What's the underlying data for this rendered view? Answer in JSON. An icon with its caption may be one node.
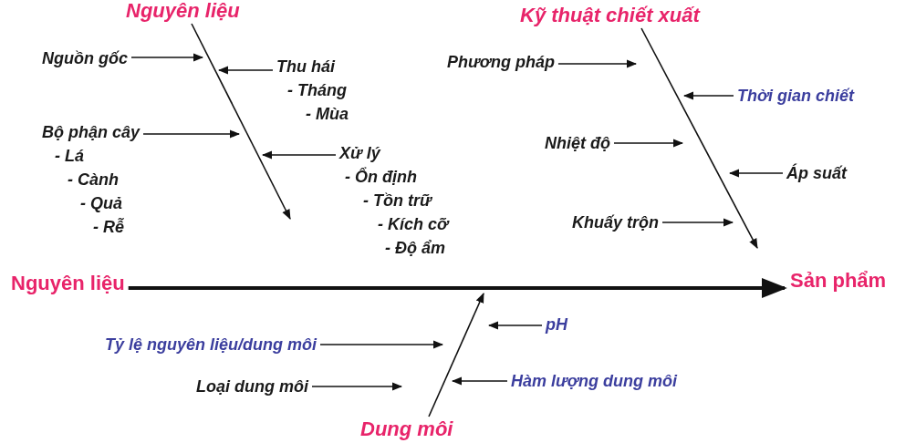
{
  "diagram": {
    "nodes": [
      {
        "text": [
          "Nguyên liệu"
        ]
      },
      {
        "text": [
          "Nguồn gốc"
        ]
      },
      {
        "text": [
          "Thu hái",
          "- Tháng",
          "- Mùa"
        ]
      },
      {
        "text": [
          "Bộ phận cây",
          "- Lá",
          "- Cành",
          "- Quả",
          "- Rễ"
        ]
      },
      {
        "text": [
          "Xử lý",
          "- Ổn định",
          "- Tồn trữ",
          "- Kích cỡ",
          "- Độ ẩm"
        ]
      },
      {
        "text": [
          "Kỹ thuật chiết xuất"
        ]
      },
      {
        "text": [
          "Phương pháp"
        ]
      },
      {
        "text": [
          "Thời gian chiết"
        ]
      },
      {
        "text": [
          "Nhiệt độ"
        ]
      },
      {
        "text": [
          "Áp suất"
        ]
      },
      {
        "text": [
          "Khuấy trộn"
        ]
      },
      {
        "text": [
          "Nguyên liệu"
        ]
      },
      {
        "text": [
          "Sản phẩm"
        ]
      },
      {
        "text": [
          "Tỷ lệ nguyên liệu/dung môi"
        ]
      },
      {
        "text": [
          "pH"
        ]
      },
      {
        "text": [
          "Loại dung môi"
        ]
      },
      {
        "text": [
          "Hàm lượng dung môi"
        ]
      },
      {
        "text": [
          "Dung môi"
        ]
      }
    ],
    "edges": [
      {
        "from": 0,
        "to": null,
        "arrow": "to"
      },
      {
        "from": 1,
        "to": null,
        "arrow": "to"
      },
      {
        "from": 2,
        "to": null,
        "arrow": "to"
      },
      {
        "from": 3,
        "to": null,
        "arrow": "to"
      },
      {
        "from": 4,
        "to": null,
        "arrow": "to"
      },
      {
        "from": 5,
        "to": null,
        "arrow": "to"
      },
      {
        "from": 6,
        "to": null,
        "arrow": "to"
      },
      {
        "from": 7,
        "to": null,
        "arrow": "to"
      },
      {
        "from": 8,
        "to": null,
        "arrow": "to"
      },
      {
        "from": 9,
        "to": null,
        "arrow": "to"
      },
      {
        "from": 10,
        "to": null,
        "arrow": "to"
      },
      {
        "from": 11,
        "to": 12,
        "arrow": "to",
        "style": "thick"
      },
      {
        "from": 17,
        "to": null,
        "arrow": "to"
      },
      {
        "from": 13,
        "to": null,
        "arrow": "to"
      },
      {
        "from": 14,
        "to": null,
        "arrow": "to"
      },
      {
        "from": 15,
        "to": null,
        "arrow": "to"
      },
      {
        "from": 16,
        "to": null,
        "arrow": "to"
      }
    ]
  }
}
